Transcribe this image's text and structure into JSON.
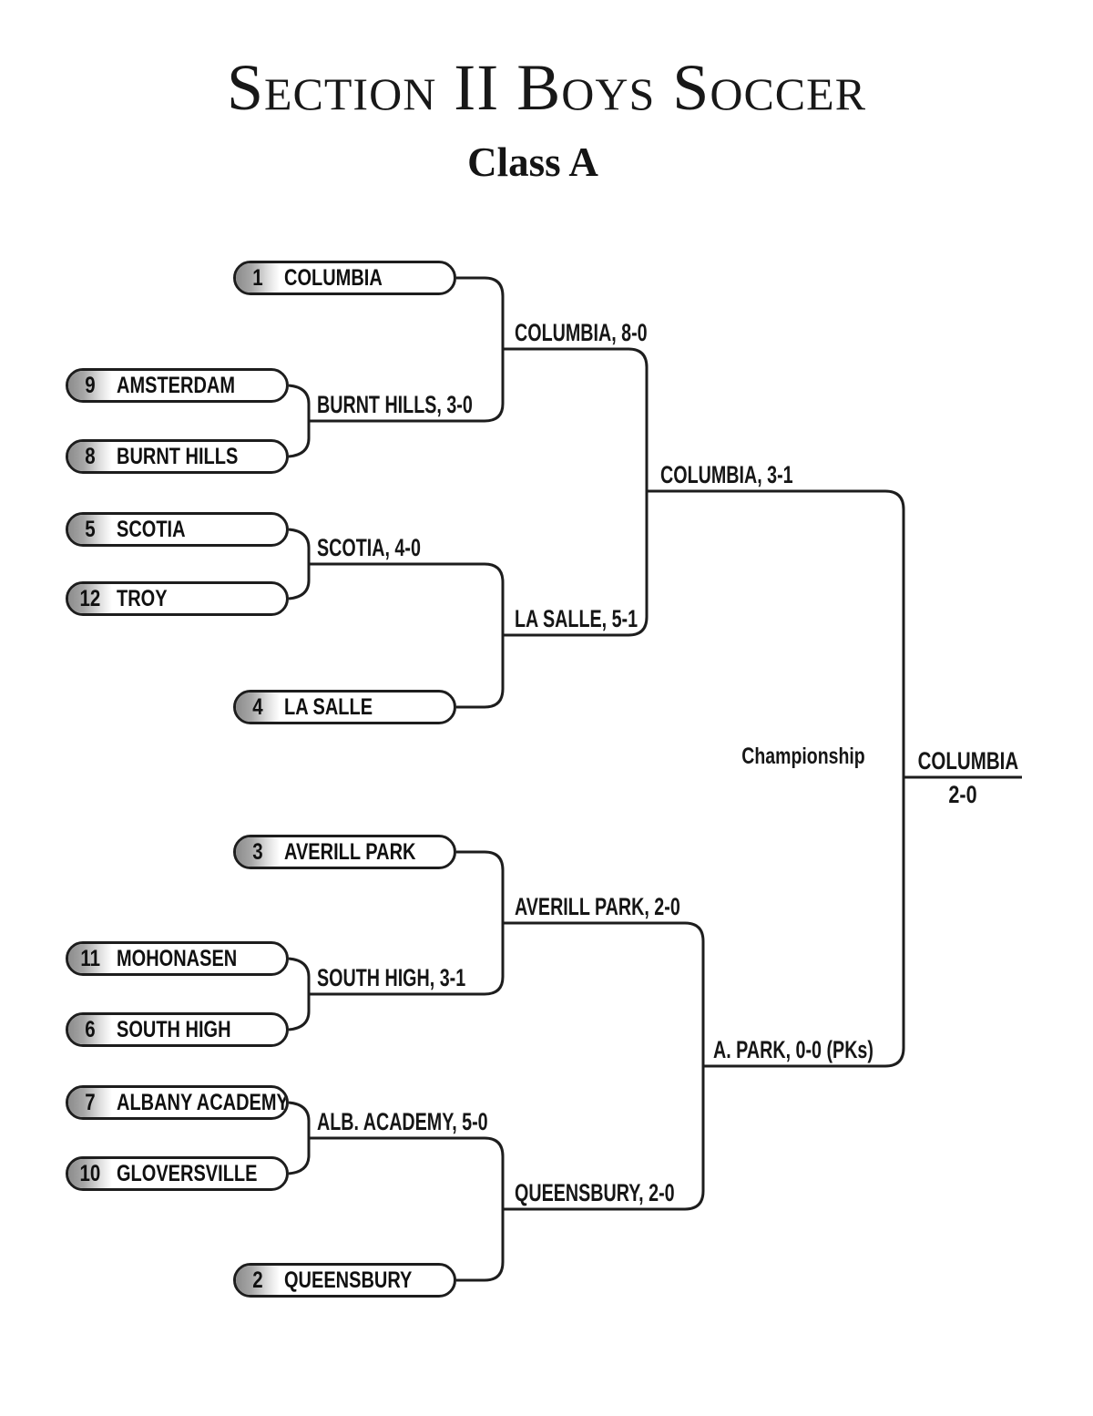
{
  "header": {
    "title": "Section II Boys Soccer",
    "subtitle": "Class A"
  },
  "bracket": {
    "teams": [
      {
        "seed": "1",
        "name": "COLUMBIA"
      },
      {
        "seed": "9",
        "name": "AMSTERDAM"
      },
      {
        "seed": "8",
        "name": "BURNT HILLS"
      },
      {
        "seed": "5",
        "name": "SCOTIA"
      },
      {
        "seed": "12",
        "name": "TROY"
      },
      {
        "seed": "4",
        "name": "LA SALLE"
      },
      {
        "seed": "3",
        "name": "AVERILL PARK"
      },
      {
        "seed": "11",
        "name": "MOHONASEN"
      },
      {
        "seed": "6",
        "name": "SOUTH HIGH"
      },
      {
        "seed": "7",
        "name": "ALBANY ACADEMY"
      },
      {
        "seed": "10",
        "name": "GLOVERSVILLE"
      },
      {
        "seed": "2",
        "name": "QUEENSBURY"
      }
    ],
    "results": {
      "r1_burnt_hills": "BURNT HILLS, 3-0",
      "r1_scotia": "SCOTIA, 4-0",
      "r1_south_high": "SOUTH HIGH, 3-1",
      "r1_alb_academy": "ALB. ACADEMY, 5-0",
      "qf_columbia": "COLUMBIA, 8-0",
      "qf_la_salle": "LA SALLE, 5-1",
      "qf_averill_park": "AVERILL PARK, 2-0",
      "qf_queensbury": "QUEENSBURY, 2-0",
      "sf_columbia": "COLUMBIA, 3-1",
      "sf_a_park": "A. PARK, 0-0 (PKs)",
      "round_label": "Championship",
      "champion_name": "COLUMBIA",
      "champion_score": "2-0"
    },
    "line_color": "#1d1d1d"
  }
}
